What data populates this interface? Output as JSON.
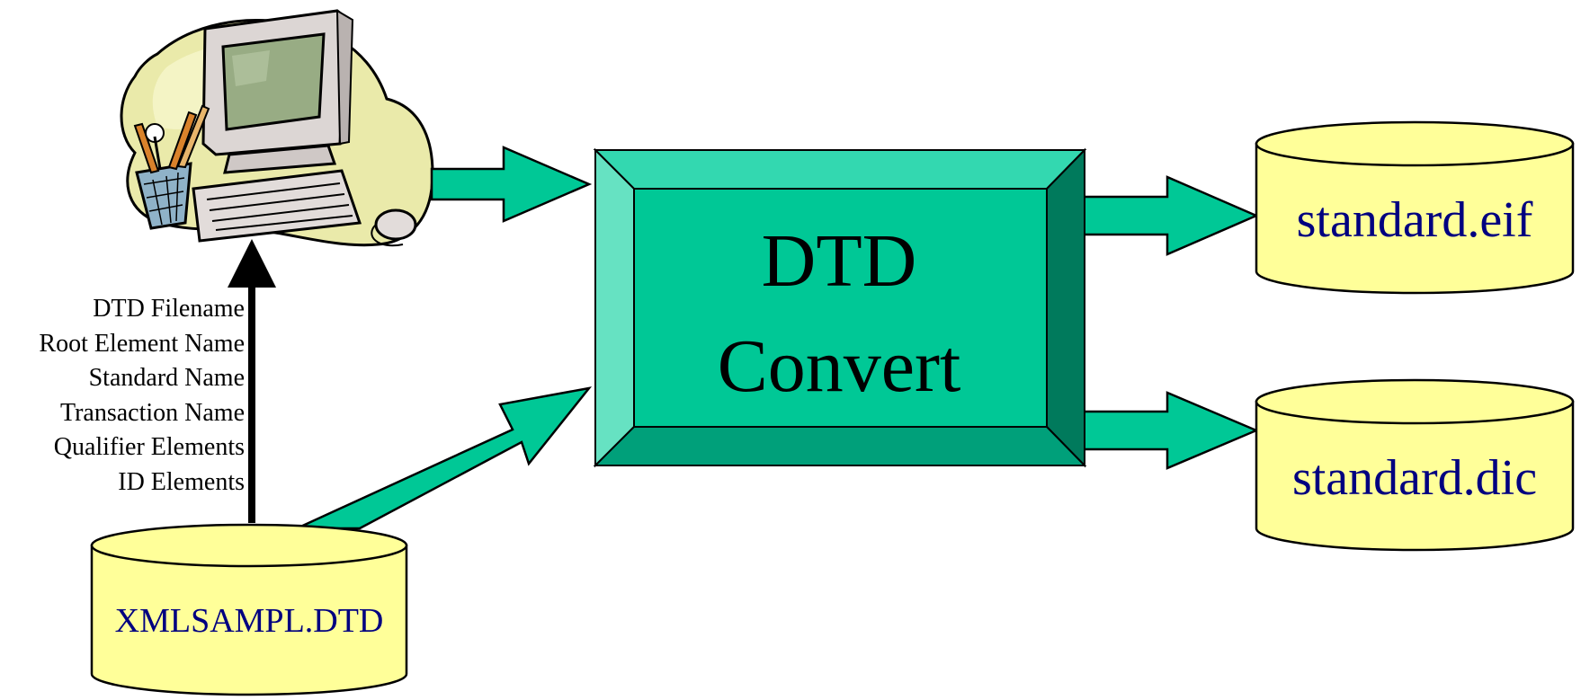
{
  "converter": {
    "line1": "DTD",
    "line2": "Convert"
  },
  "source_db": {
    "label": "XMLSAMPL.DTD"
  },
  "outputs": [
    {
      "label": "standard.eif"
    },
    {
      "label": "standard.dic"
    }
  ],
  "parameters": [
    "DTD Filename",
    "Root Element Name",
    "Standard Name",
    "Transaction Name",
    "Qualifier Elements",
    "ID Elements"
  ],
  "colors": {
    "arrow_fill": "#00c896",
    "box_face": "#00c896",
    "box_bevel_top": "#33d8b0",
    "box_bevel_left": "#66e2c2",
    "box_bevel_right": "#007a5c",
    "box_bevel_bottom": "#00a07a",
    "cylinder_fill": "#ffff99",
    "db_text": "#000080",
    "outline": "#000000"
  },
  "icons": {
    "workstation": "computer-clipart-icon"
  }
}
